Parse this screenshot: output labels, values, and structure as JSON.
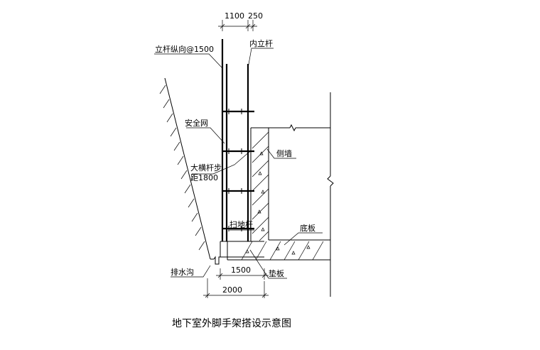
{
  "diagram": {
    "dims": {
      "top_left": "1100",
      "top_right": "250",
      "bottom_inner": "1500",
      "bottom_outer": "2000"
    },
    "labels": {
      "outer_pole": "立杆纵向@1500",
      "inner_pole": "内立杆",
      "safety_net": "安全网",
      "ledger_line1": "大横杆步",
      "ledger_line2": "距1800",
      "side_wall": "侧墙",
      "sweep_pole": "扫地杆",
      "base_slab": "底板",
      "drain": "排水沟",
      "pad": "垫板"
    },
    "caption": "地下室外脚手架搭设示意图"
  }
}
